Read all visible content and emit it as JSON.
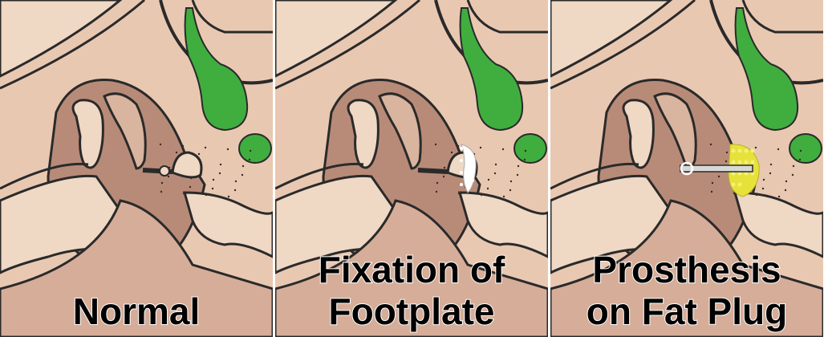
{
  "panels": [
    {
      "caption": "Normal",
      "state": "normal"
    },
    {
      "caption": "Fixation of\nFootplate",
      "state": "fixation"
    },
    {
      "caption": "Prosthesis\non Fat Plug",
      "state": "prosthesis"
    }
  ],
  "colors": {
    "skin": "#e9c8b2",
    "skin_dark": "#c89a84",
    "bone": "#efd8c4",
    "bone_shade": "#d9b49e",
    "outline": "#2a2a2a",
    "green": "#3fae3f",
    "green_dark": "#2f8f2f",
    "fixation_white": "#ffffff",
    "fat_yellow": "#e6e23a",
    "prosthesis": "#d8d8d8"
  }
}
